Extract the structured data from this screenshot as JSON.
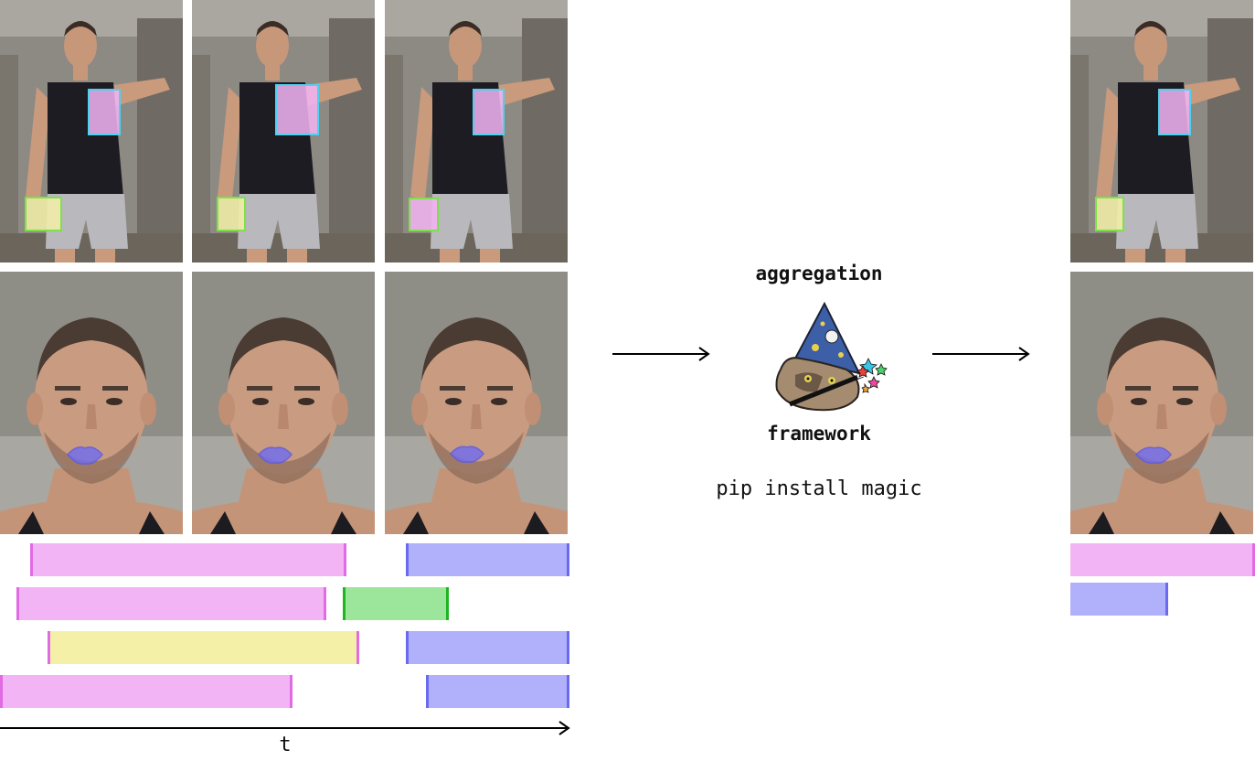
{
  "labels": {
    "aggregation": "aggregation",
    "framework": "framework",
    "command": "pip install magic",
    "time_axis": "t"
  },
  "colors": {
    "pink": "#f3b4f5",
    "pink_edge": "#e16be3",
    "blue": "#b0b0fb",
    "blue_edge": "#6a6af0",
    "green": "#9be69b",
    "green_edge": "#1fb51f",
    "yellow": "#f4f0a8",
    "yellow_edge": "#e16be3",
    "box_cyan": "#4fd1f0",
    "box_green": "#7ee04a",
    "lips": "#6f6cf2"
  },
  "icons": {
    "wizard": "wizard-cat-icon",
    "arrow": "arrow-right-icon"
  }
}
